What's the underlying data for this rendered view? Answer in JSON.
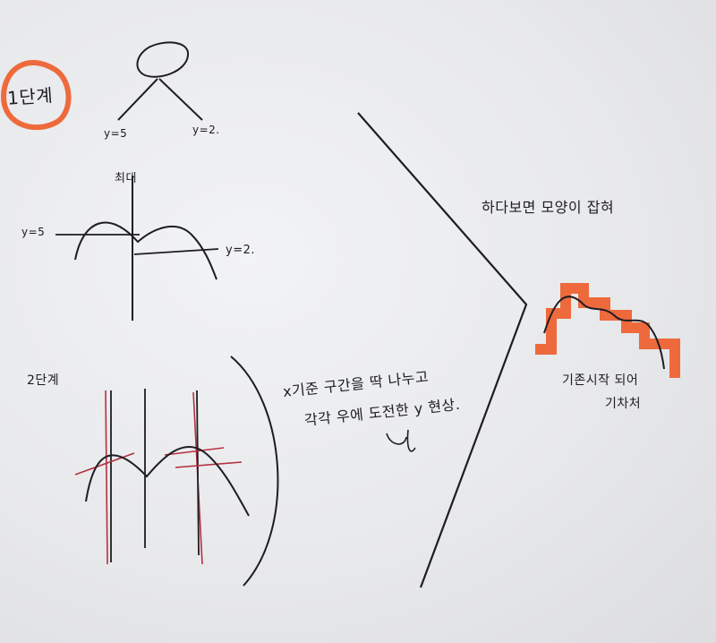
{
  "step1": {
    "label": "1단계"
  },
  "tree": {
    "left_label": "y=5",
    "right_label": "y=2."
  },
  "graph1": {
    "top_label": "최대",
    "left_label": "y=5",
    "right_label": "y=2."
  },
  "step2": {
    "label": "2단계"
  },
  "note": {
    "line1": "x기준 구간을 딱 나누고",
    "line2": "각각 우에 도전한 y 현상."
  },
  "right": {
    "heading": "하다보면 모양이 잡혀",
    "caption1": "기존시작 되어",
    "caption2": "기차처"
  },
  "colors": {
    "ink": "#1d1d22",
    "highlighter": "#ee6a3c",
    "red_pen": "#b5303f"
  }
}
